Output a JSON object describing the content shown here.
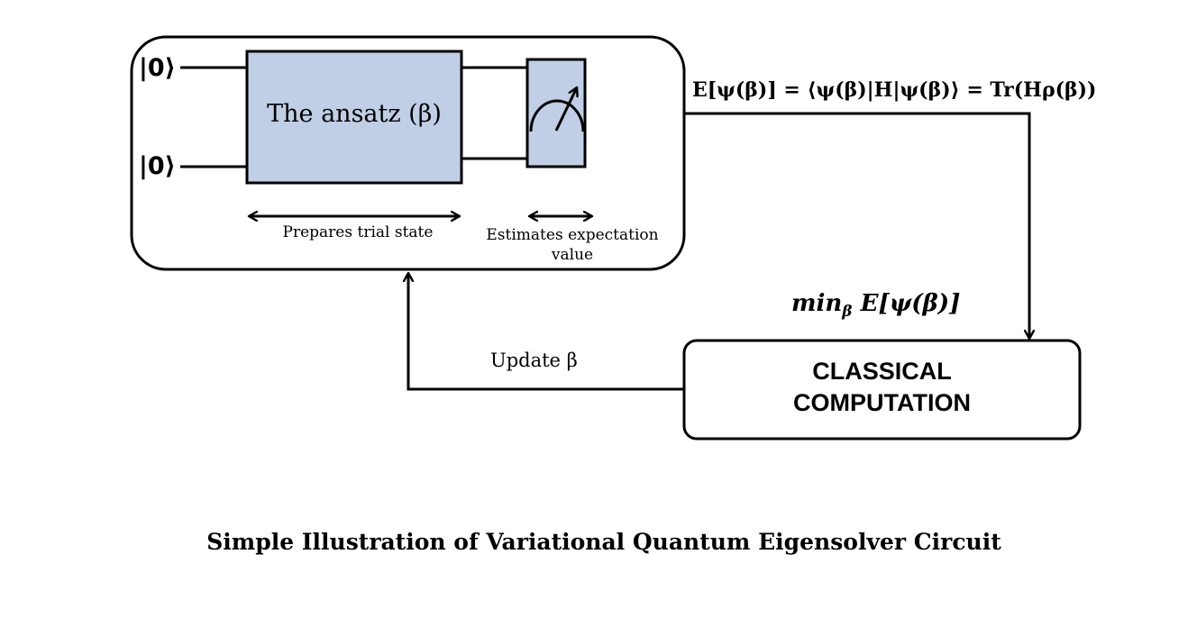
{
  "diagram": {
    "qubits": [
      {
        "label": "|0⟩"
      },
      {
        "label": "|0⟩"
      }
    ],
    "ansatz_label": "The ansatz (β)",
    "prepares_label": "Prepares trial state",
    "estimates_label": "Estimates expectation value",
    "energy_formula": "E[ψ(β)] = ⟨ψ(β)|H|ψ(β)⟩ = Tr(Hρ(β))",
    "min_formula": "min",
    "min_subscript": "β",
    "min_formula_tail": " E[ψ(β)]",
    "update_label": "Update β",
    "classical_label": "CLASSICAL COMPUTATION",
    "caption": "Simple Illustration of Variational Quantum Eigensolver Circuit",
    "colors": {
      "box_fill": "#c0cfe6",
      "stroke": "#000000",
      "background": "#ffffff"
    }
  }
}
